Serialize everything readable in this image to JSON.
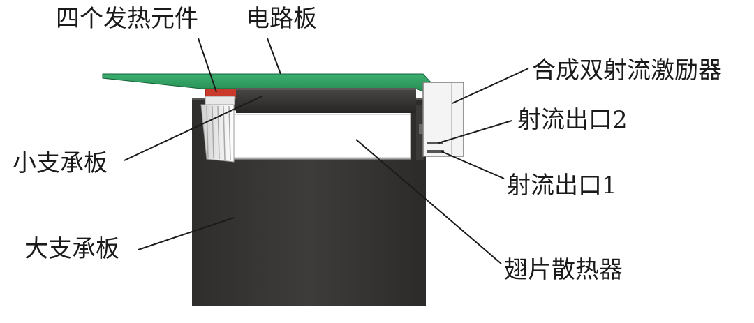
{
  "labels": {
    "heaters": "四个发热元件",
    "circuit_board": "电路板",
    "synthetic_jet_actuator": "合成双射流激励器",
    "jet_outlet_2": "射流出口2",
    "jet_outlet_1": "射流出口1",
    "small_support_plate": "小支承板",
    "large_support_plate": "大支承板",
    "fin_heat_sink": "翅片散热器"
  },
  "colors": {
    "circuit_board": "#2e9e5e",
    "heater": "#c93a2c",
    "support_plate": "#3a3937",
    "actuator": "#f4f4f4",
    "line": "#1a1a1a"
  }
}
